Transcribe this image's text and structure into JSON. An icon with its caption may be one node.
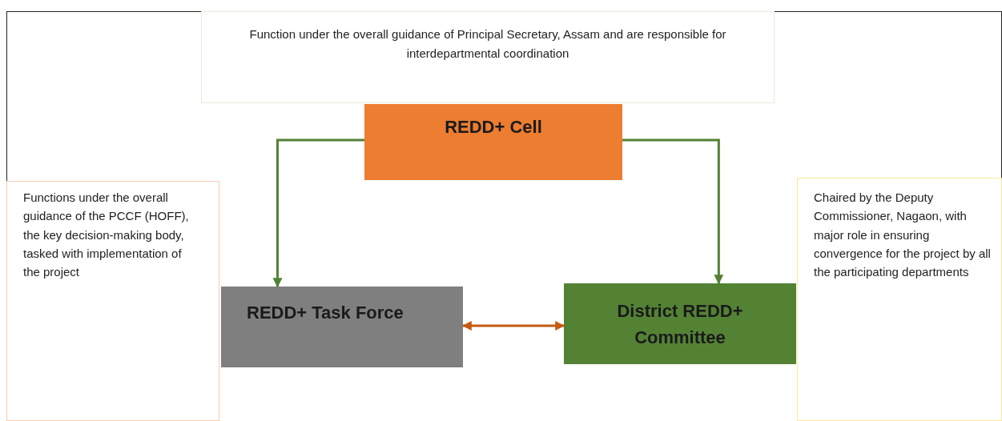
{
  "diagram": {
    "nodes": [
      {
        "text": [
          "Function under the overall guidance of Principal Secretary, Assam and are responsible for interdepartmental coordination"
        ]
      },
      {
        "text": [
          "REDD+ Cell"
        ]
      },
      {
        "text": [
          "Functions under the overall guidance of the PCCF (HOFF), the key decision-making body, tasked with implementation of the project"
        ]
      },
      {
        "text": [
          "REDD+ Task Force"
        ]
      },
      {
        "text": [
          "Chaired by the Deputy Commissioner, Nagaon, with major role in ensuring convergence for the project by all the participating departments"
        ]
      },
      {
        "text": [
          "District REDD+ Committee"
        ]
      }
    ],
    "edges": [
      {
        "from": 1,
        "to": 3,
        "arrow": "to"
      },
      {
        "from": 1,
        "to": 5,
        "arrow": "to"
      },
      {
        "from": 3,
        "to": 5,
        "arrow": "both",
        "color": "#c55a11"
      }
    ]
  }
}
